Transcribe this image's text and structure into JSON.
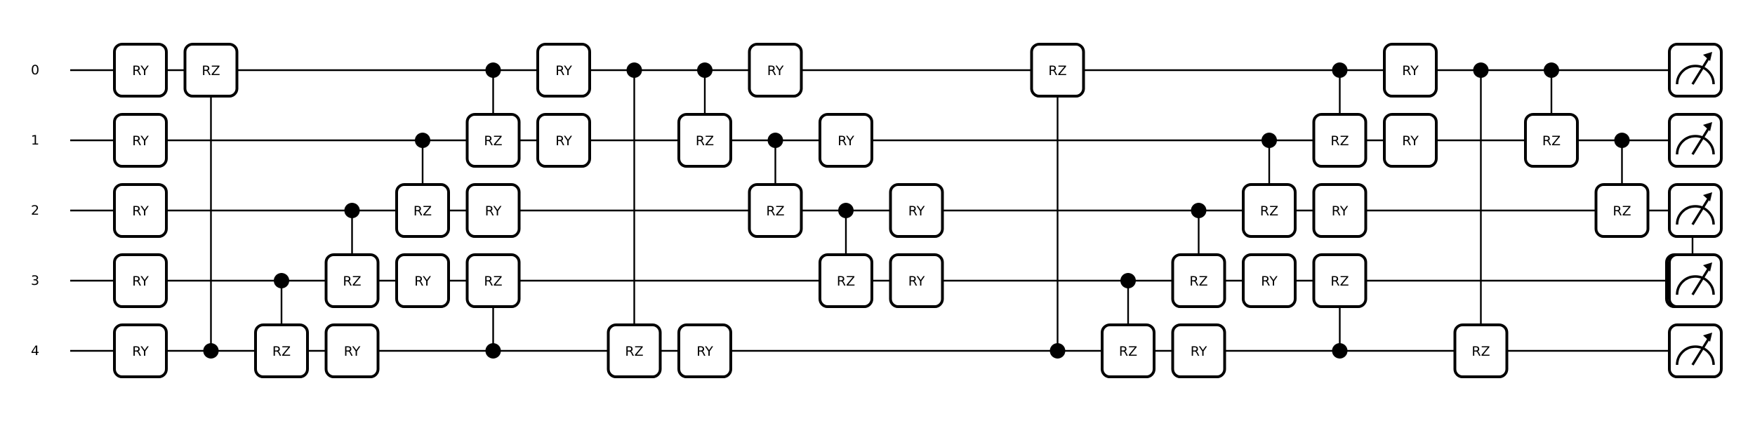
{
  "diagram": {
    "wires": [
      {
        "label": "0"
      },
      {
        "label": "1"
      },
      {
        "label": "2"
      },
      {
        "label": "3"
      },
      {
        "label": "4"
      }
    ],
    "gates": [
      {
        "type": "single",
        "label": "RY",
        "wire": 0,
        "col": 0
      },
      {
        "type": "single",
        "label": "RY",
        "wire": 1,
        "col": 0
      },
      {
        "type": "single",
        "label": "RY",
        "wire": 2,
        "col": 0
      },
      {
        "type": "single",
        "label": "RY",
        "wire": 3,
        "col": 0
      },
      {
        "type": "single",
        "label": "RY",
        "wire": 4,
        "col": 0
      },
      {
        "type": "controlled",
        "label": "RZ",
        "target": 0,
        "control": 4,
        "col": 1
      },
      {
        "type": "controlled",
        "label": "RZ",
        "target": 4,
        "control": 3,
        "col": 2
      },
      {
        "type": "controlled",
        "label": "RZ",
        "target": 3,
        "control": 2,
        "col": 3
      },
      {
        "type": "single",
        "label": "RY",
        "wire": 4,
        "col": 3
      },
      {
        "type": "controlled",
        "label": "RZ",
        "target": 2,
        "control": 1,
        "col": 4
      },
      {
        "type": "single",
        "label": "RY",
        "wire": 3,
        "col": 4
      },
      {
        "type": "controlled",
        "label": "RZ",
        "target": 1,
        "control": 0,
        "col": 5
      },
      {
        "type": "single",
        "label": "RY",
        "wire": 2,
        "col": 5
      },
      {
        "type": "controlled",
        "label": "RZ",
        "target": 3,
        "control": 4,
        "col": 5
      },
      {
        "type": "single",
        "label": "RY",
        "wire": 0,
        "col": 6
      },
      {
        "type": "single",
        "label": "RY",
        "wire": 1,
        "col": 6
      },
      {
        "type": "controlled",
        "label": "RZ",
        "target": 4,
        "control": 0,
        "col": 7
      },
      {
        "type": "controlled",
        "label": "RZ",
        "target": 1,
        "control": 0,
        "col": 8
      },
      {
        "type": "single",
        "label": "RY",
        "wire": 4,
        "col": 8
      },
      {
        "type": "single",
        "label": "RY",
        "wire": 0,
        "col": 9
      },
      {
        "type": "controlled",
        "label": "RZ",
        "target": 2,
        "control": 1,
        "col": 9
      },
      {
        "type": "single",
        "label": "RY",
        "wire": 1,
        "col": 10
      },
      {
        "type": "controlled",
        "label": "RZ",
        "target": 3,
        "control": 2,
        "col": 10
      },
      {
        "type": "single",
        "label": "RY",
        "wire": 2,
        "col": 11
      },
      {
        "type": "single",
        "label": "RY",
        "wire": 3,
        "col": 11
      },
      {
        "type": "controlled",
        "label": "RZ",
        "target": 0,
        "control": 4,
        "col": 13
      },
      {
        "type": "controlled",
        "label": "RZ",
        "target": 4,
        "control": 3,
        "col": 14
      },
      {
        "type": "controlled",
        "label": "RZ",
        "target": 3,
        "control": 2,
        "col": 15
      },
      {
        "type": "single",
        "label": "RY",
        "wire": 4,
        "col": 15
      },
      {
        "type": "controlled",
        "label": "RZ",
        "target": 2,
        "control": 1,
        "col": 16
      },
      {
        "type": "single",
        "label": "RY",
        "wire": 3,
        "col": 16
      },
      {
        "type": "controlled",
        "label": "RZ",
        "target": 1,
        "control": 0,
        "col": 17
      },
      {
        "type": "single",
        "label": "RY",
        "wire": 2,
        "col": 17
      },
      {
        "type": "controlled",
        "label": "RZ",
        "target": 3,
        "control": 4,
        "col": 17
      },
      {
        "type": "single",
        "label": "RY",
        "wire": 0,
        "col": 18
      },
      {
        "type": "single",
        "label": "RY",
        "wire": 1,
        "col": 18
      },
      {
        "type": "controlled",
        "label": "RZ",
        "target": 4,
        "control": 0,
        "col": 19
      },
      {
        "type": "controlled",
        "label": "RZ",
        "target": 1,
        "control": 0,
        "col": 20
      },
      {
        "type": "controlled",
        "label": "RZ",
        "target": 2,
        "control": 1,
        "col": 21
      },
      {
        "type": "controlled",
        "label": "RZ",
        "target": 3,
        "control": 2,
        "col": 22
      }
    ],
    "measurements": [
      {
        "wire": 0,
        "icon": "meter-icon"
      },
      {
        "wire": 1,
        "icon": "meter-icon"
      },
      {
        "wire": 2,
        "icon": "meter-icon"
      },
      {
        "wire": 3,
        "icon": "meter-icon"
      },
      {
        "wire": 4,
        "icon": "meter-icon"
      }
    ]
  }
}
